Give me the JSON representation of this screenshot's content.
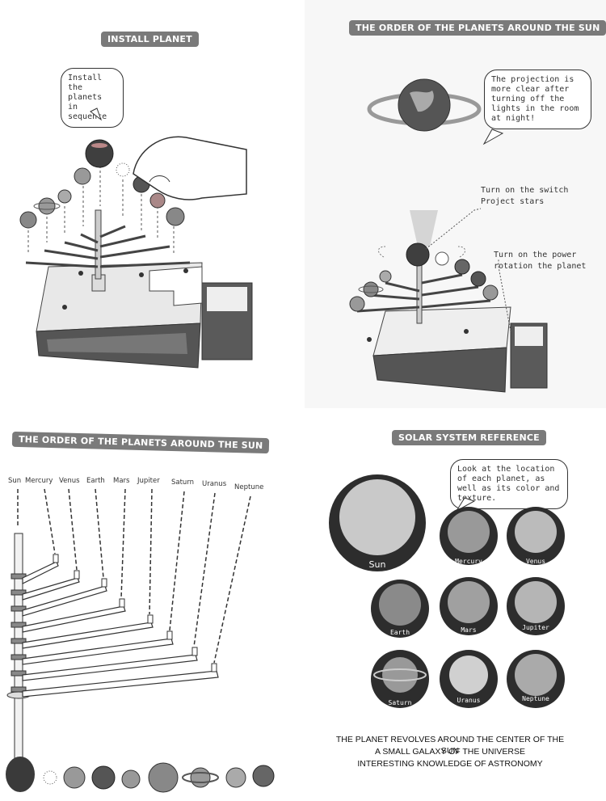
{
  "panel1": {
    "title": "INSTALL PLANET",
    "bubble": "Install the planets in sequence"
  },
  "panel2": {
    "title": "THE ORDER OF THE PLANETS AROUND THE SUN",
    "bubble": "The projection is more clear after turning off the lights in the room at night!",
    "switch_label_1": "Turn on the switch",
    "switch_label_2": "Project stars",
    "power_label_1": "Turn on the power",
    "power_label_2": "rotation the planet"
  },
  "panel3": {
    "title": "THE ORDER OF THE PLANETS AROUND THE SUN",
    "planets": [
      "Sun",
      "Mercury",
      "Venus",
      "Earth",
      "Mars",
      "Jupiter",
      "Saturn",
      "Uranus",
      "Neptune"
    ]
  },
  "panel4": {
    "title": "SOLAR SYSTEM REFERENCE",
    "bubble": "Look at the location of each planet, as well as its color and texture.",
    "sun_label": "Sun",
    "planets": [
      "Mercury",
      "Venus",
      "Earth",
      "Mars",
      "Jupiter",
      "Saturn",
      "Uranus",
      "Neptune"
    ],
    "footer_1": "THE PLANET REVOLVES AROUND THE CENTER OF THE SUN",
    "footer_2": "A SMALL GALAXY OF THE UNIVERSE",
    "footer_3": "INTERESTING KNOWLEDGE OF ASTRONOMY"
  },
  "colors": {
    "banner": "#7a7a7a",
    "dark_planet": "#4a4a4a",
    "board": "#e9e9e9"
  }
}
